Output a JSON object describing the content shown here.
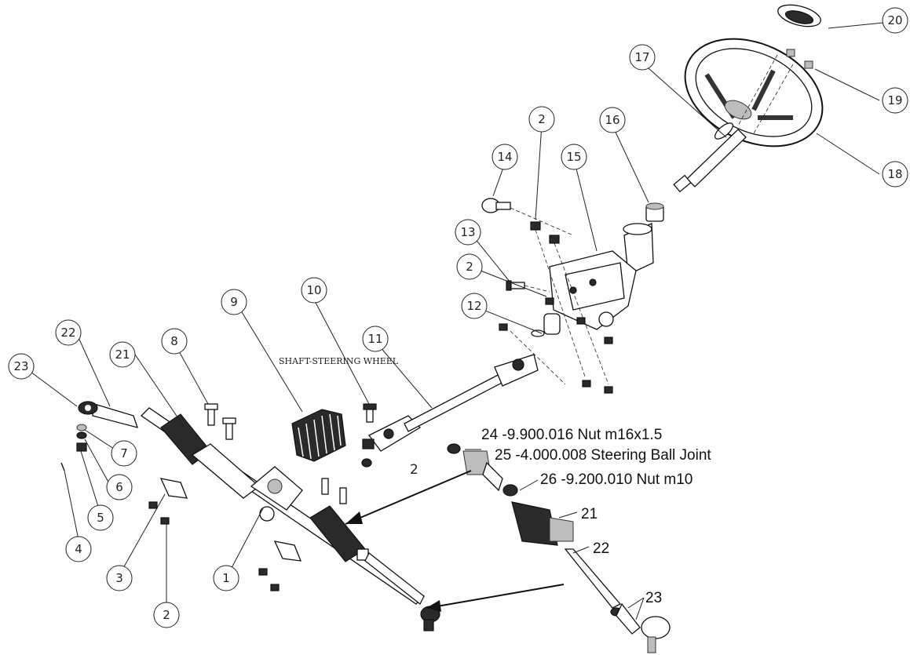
{
  "diagram": {
    "shaft_label": "SHAFT-STEERING WHEEL",
    "balloons": [
      "1",
      "2",
      "2",
      "2",
      "3",
      "4",
      "5",
      "6",
      "7",
      "8",
      "9",
      "10",
      "11",
      "12",
      "13",
      "14",
      "15",
      "16",
      "17",
      "18",
      "19",
      "20",
      "21",
      "22",
      "23"
    ],
    "loose_label": "2",
    "detail_callouts": [
      "24 -9.900.016 Nut m16x1.5",
      "25 -4.000.008 Steering Ball Joint",
      "26 -9.200.010 Nut m10",
      "21",
      "22",
      "23"
    ]
  }
}
